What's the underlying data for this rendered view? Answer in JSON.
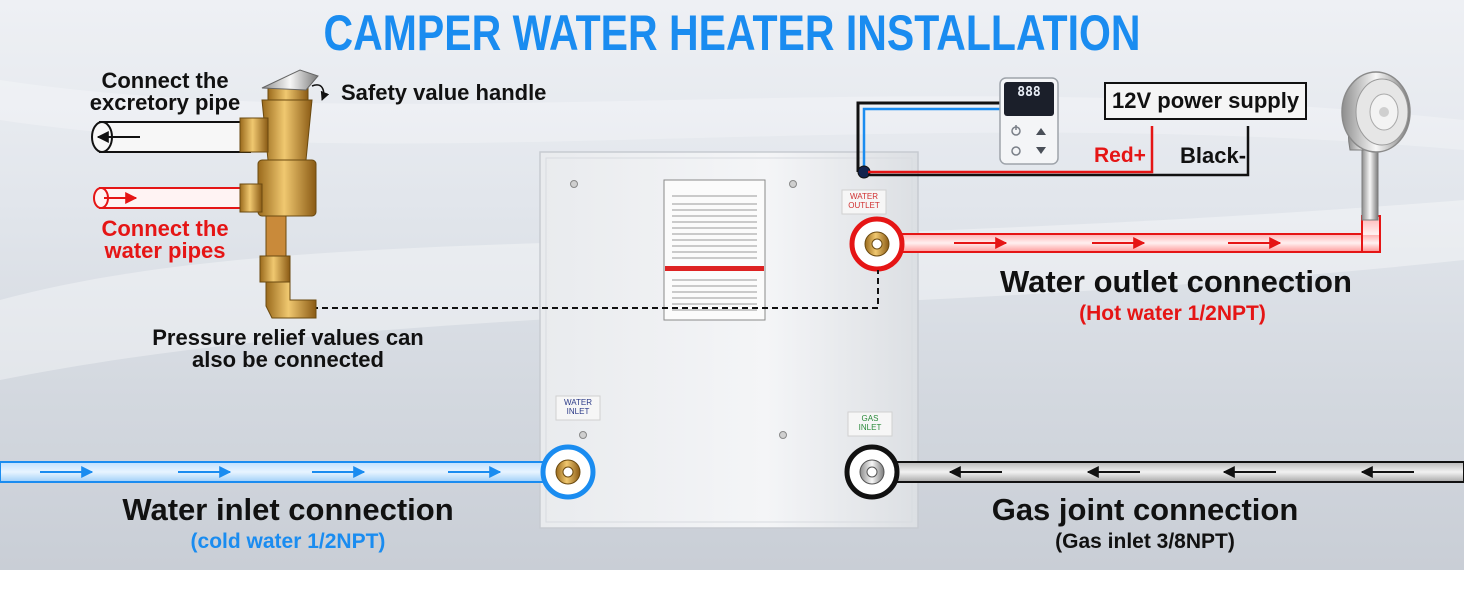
{
  "title": "CAMPER WATER HEATER INSTALLATION",
  "labels": {
    "excretory_pipe": [
      "Connect the",
      "excretory pipe"
    ],
    "safety_handle": "Safety value handle",
    "water_pipes": [
      "Connect the",
      "water pipes"
    ],
    "pressure_relief": [
      "Pressure relief values can",
      "also be connected"
    ],
    "power_supply": "12V power supply",
    "red_plus": "Red+",
    "black_minus": "Black-",
    "water_outlet_main": "Water outlet connection",
    "water_outlet_sub": "(Hot water 1/2NPT)",
    "water_inlet_main": "Water inlet connection",
    "water_inlet_sub": "(cold water 1/2NPT)",
    "gas_main": "Gas joint connection",
    "gas_sub": "(Gas inlet 3/8NPT)"
  },
  "heater_tags": {
    "water_outlet": [
      "WATER",
      "OUTLET"
    ],
    "water_inlet": [
      "WATER",
      "INLET"
    ],
    "gas_inlet": [
      "GAS",
      "INLET"
    ]
  },
  "controller": {
    "display": "888"
  },
  "colors": {
    "title_blue": "#1a8cf0",
    "hot_red": "#e51515",
    "cold_blue": "#1a8cf0",
    "gas_black": "#111111"
  }
}
